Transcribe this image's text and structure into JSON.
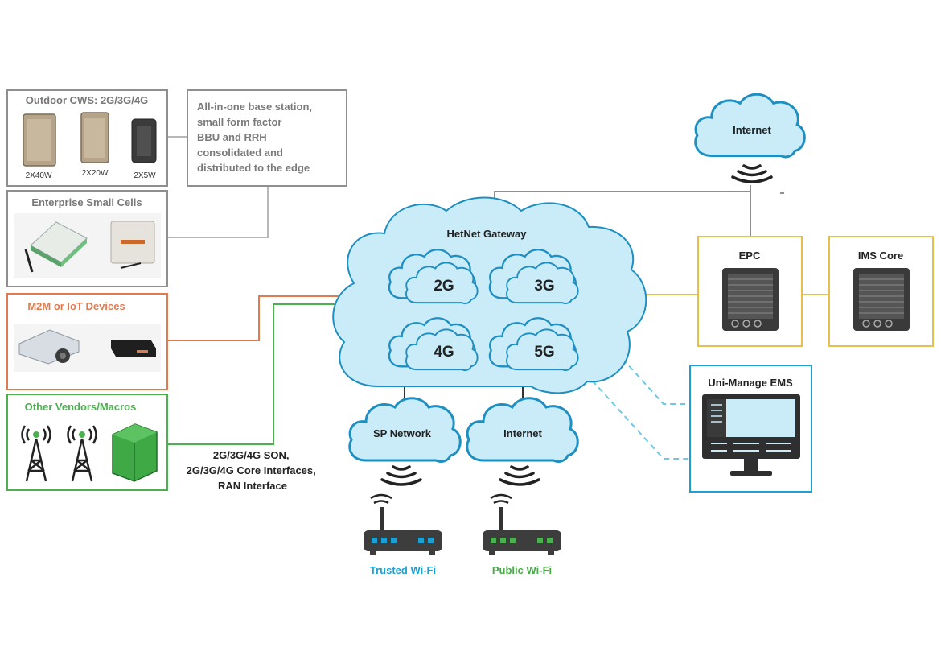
{
  "colors": {
    "cloud_fill": "#c9ecf8",
    "cloud_stroke": "#1f8fc2",
    "gray_box": "#8f8f8f",
    "orange": "#e07a4f",
    "green": "#4caf50",
    "yellow": "#e5c14c",
    "blue_box": "#1e9fd1",
    "dark": "#333333",
    "trusted_text": "#1e9fd1",
    "public_text": "#4aa84a"
  },
  "outdoor": {
    "title": "Outdoor CWS: 2G/3G/4G",
    "labels": [
      "2X40W",
      "2X20W",
      "2X5W"
    ]
  },
  "note": {
    "lines": [
      "All-in-one base station,",
      "small form factor",
      "BBU and RRH",
      "consolidated and",
      "distributed to the edge"
    ]
  },
  "enterprise": {
    "title": "Enterprise Small Cells"
  },
  "m2m": {
    "title": "M2M or IoT Devices"
  },
  "vendors": {
    "title": "Other Vendors/Macros"
  },
  "interfaces": {
    "lines": [
      "2G/3G/4G SON,",
      "2G/3G/4G Core Interfaces,",
      "RAN Interface"
    ]
  },
  "gateway": {
    "title": "HetNet Gateway",
    "techs": [
      "2G",
      "3G",
      "4G",
      "5G"
    ]
  },
  "internet_top": "Internet",
  "sp_network": "SP Network",
  "internet_bottom": "Internet",
  "epc": "EPC",
  "ims": "IMS Core",
  "ems": "Uni-Manage EMS",
  "trusted_wifi": "Trusted Wi-Fi",
  "public_wifi": "Public Wi-Fi"
}
